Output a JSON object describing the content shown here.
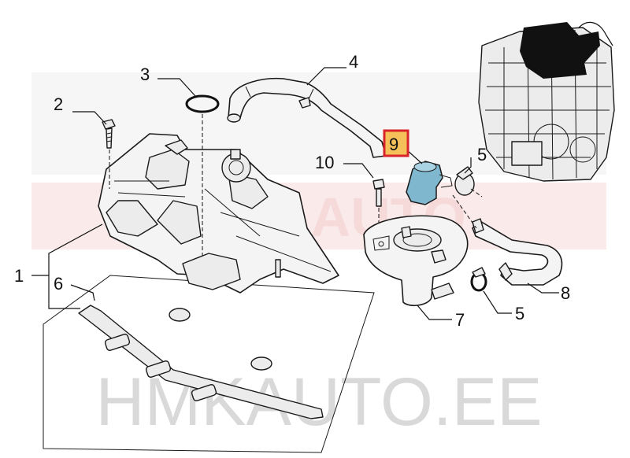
{
  "watermark": {
    "text": "HMKAUTO.EE",
    "logo": "HMK AUTO"
  },
  "callouts": [
    {
      "id": "1",
      "label": "1"
    },
    {
      "id": "2",
      "label": "2"
    },
    {
      "id": "3",
      "label": "3"
    },
    {
      "id": "4",
      "label": "4"
    },
    {
      "id": "5a",
      "label": "5"
    },
    {
      "id": "5b",
      "label": "5"
    },
    {
      "id": "6",
      "label": "6"
    },
    {
      "id": "7",
      "label": "7"
    },
    {
      "id": "8",
      "label": "8"
    },
    {
      "id": "9",
      "label": "9",
      "highlighted": true
    },
    {
      "id": "10",
      "label": "10"
    }
  ],
  "colors": {
    "highlight_fill": "#f5c05a",
    "highlight_border": "#d9232a",
    "valve_blue": "#7fb7cf",
    "watermark_red": "#f3c6c6"
  }
}
